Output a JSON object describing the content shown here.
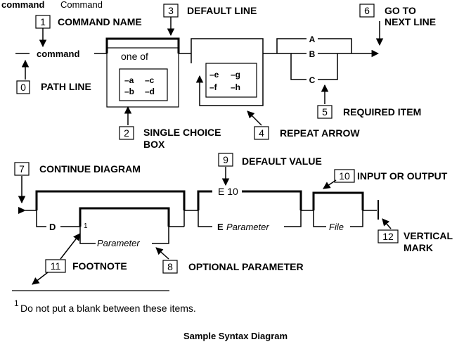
{
  "header": {
    "keyword": "command",
    "word": "Command"
  },
  "callouts": {
    "c0": {
      "num": "0",
      "label": "PATH LINE"
    },
    "c1": {
      "num": "1",
      "label": "COMMAND NAME"
    },
    "c2": {
      "num": "2",
      "line1": "SINGLE CHOICE",
      "line2": "BOX"
    },
    "c3": {
      "num": "3",
      "label": "DEFAULT LINE"
    },
    "c4": {
      "num": "4",
      "label": "REPEAT ARROW"
    },
    "c5": {
      "num": "5",
      "label": "REQUIRED ITEM"
    },
    "c6": {
      "num": "6",
      "line1": "GO TO",
      "line2": "NEXT LINE"
    },
    "c7": {
      "num": "7",
      "label": "CONTINUE DIAGRAM"
    },
    "c8": {
      "num": "8",
      "label": "OPTIONAL PARAMETER"
    },
    "c9": {
      "num": "9",
      "label": "DEFAULT VALUE"
    },
    "c10": {
      "num": "10",
      "label": "INPUT OR OUTPUT"
    },
    "c11": {
      "num": "11",
      "label": "FOOTNOTE"
    },
    "c12": {
      "num": "12",
      "line1": "VERTICAL",
      "line2": "MARK"
    }
  },
  "diagram1": {
    "command": "command",
    "one_of": "one of",
    "choice_box": {
      "a": "–a",
      "c": "–c",
      "b": "–b",
      "d": "–d"
    },
    "repeat_box": {
      "e": "–e",
      "g": "–g",
      "f": "–f",
      "h": "–h"
    },
    "required": {
      "a": "A",
      "b": "B",
      "c": "C"
    }
  },
  "diagram2": {
    "d": "D",
    "footnote_ref": "1",
    "parameter": "Parameter",
    "default_value": "E 10",
    "e_letter": "E",
    "e_parameter": "Parameter",
    "file": "File"
  },
  "footnote": {
    "marker": "1",
    "text": "Do not put a blank between these items."
  },
  "caption": "Sample Syntax Diagram"
}
